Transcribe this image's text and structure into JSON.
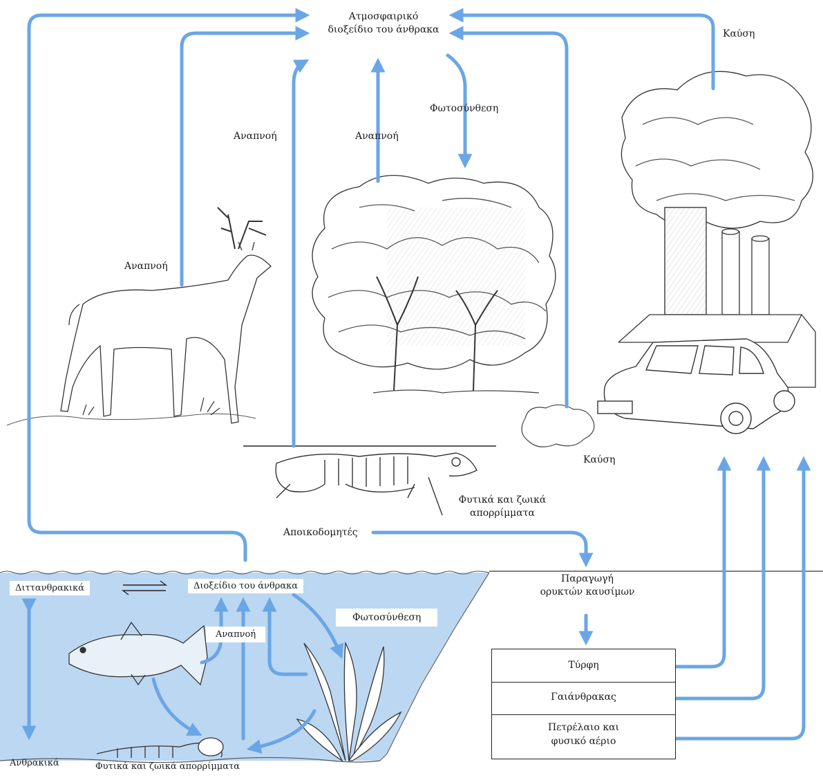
{
  "labels": {
    "atmosphere": [
      "Ατμοσφαιρικό",
      "διοξείδιο του άνθρακα"
    ],
    "combustion_top": "Καύση",
    "photosynthesis_top": "Φωτοσύνθεση",
    "respiration_tree": "Αναπνοή",
    "respiration_mid": "Αναπνοή",
    "respiration_deer": "Αναπνοή",
    "combustion_car": "Καύση",
    "debris_land": [
      "Φυτικά και ζωικά",
      "απορρίμματα"
    ],
    "decomposers": "Αποικοδομητές",
    "fossil_production": [
      "Παραγωγή",
      "ορυκτών καυσίμων"
    ],
    "bicarbonates": "Διττανθρακικά",
    "co2_water": "Διοξείδιο του άνθρακα",
    "respiration_water": "Αναπνοή",
    "photosynthesis_water": "Φωτοσύνθεση",
    "carbonates": "Ανθρακικά",
    "debris_water": "Φυτικά και ζωικά απορρίμματα"
  },
  "fuels": {
    "peat": "Τύρφη",
    "coal": "Γαιάνθρακας",
    "oil_gas": [
      "Πετρέλαιο και",
      "φυσικό αέριο"
    ]
  },
  "colors": {
    "arrow": "#6aa6e6",
    "water": "#bcd7f2",
    "ink": "#1a1a1a"
  }
}
